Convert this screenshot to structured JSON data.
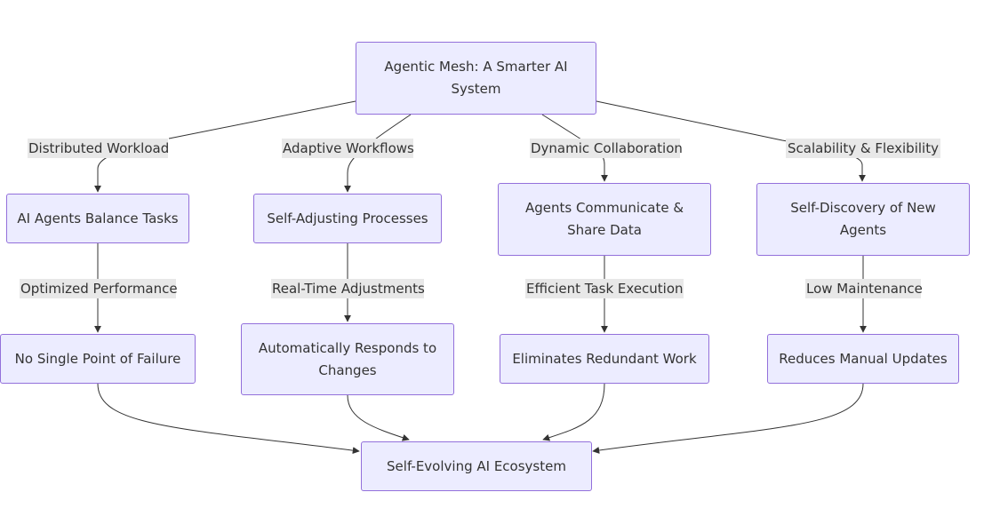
{
  "diagram": {
    "root": "Agentic Mesh: A Smarter AI System",
    "final": "Self-Evolving AI Ecosystem",
    "branches": [
      {
        "edge_label": "Distributed Workload",
        "node": "AI Agents Balance Tasks",
        "sub_edge_label": "Optimized Performance",
        "outcome": "No Single Point of Failure"
      },
      {
        "edge_label": "Adaptive Workflows",
        "node": "Self-Adjusting Processes",
        "sub_edge_label": "Real-Time Adjustments",
        "outcome": "Automatically Responds to Changes"
      },
      {
        "edge_label": "Dynamic Collaboration",
        "node": "Agents Communicate & Share Data",
        "sub_edge_label": "Efficient Task Execution",
        "outcome": "Eliminates Redundant Work"
      },
      {
        "edge_label": "Scalability & Flexibility",
        "node": "Self-Discovery of New Agents",
        "sub_edge_label": "Low Maintenance",
        "outcome": "Reduces Manual Updates"
      }
    ],
    "colors": {
      "node_fill": "#ececff",
      "node_border": "#9370db",
      "edge": "#333333",
      "label_background": "#e8e8e8",
      "text": "#333333"
    }
  }
}
